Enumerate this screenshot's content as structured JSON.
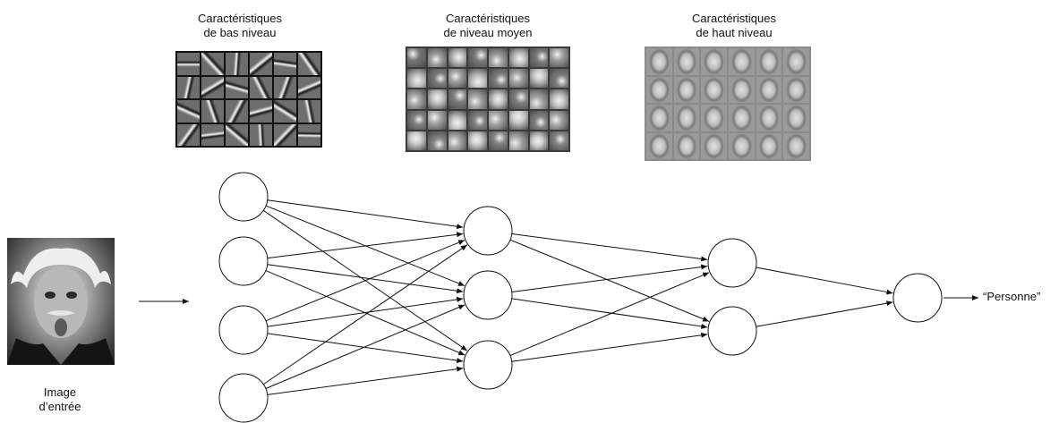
{
  "features": {
    "low": {
      "line1": "Caractéristiques",
      "line2": "de bas niveau"
    },
    "mid": {
      "line1": "Caractéristiques",
      "line2": "de niveau moyen"
    },
    "high": {
      "line1": "Caractéristiques",
      "line2": "de haut niveau"
    }
  },
  "input": {
    "line1": "Image",
    "line2": "d’entrée"
  },
  "output": {
    "label": "“Personne”"
  },
  "network": {
    "layers": [
      4,
      3,
      2,
      1
    ]
  },
  "colors": {
    "line": "#111111",
    "node_fill": "#ffffff"
  }
}
